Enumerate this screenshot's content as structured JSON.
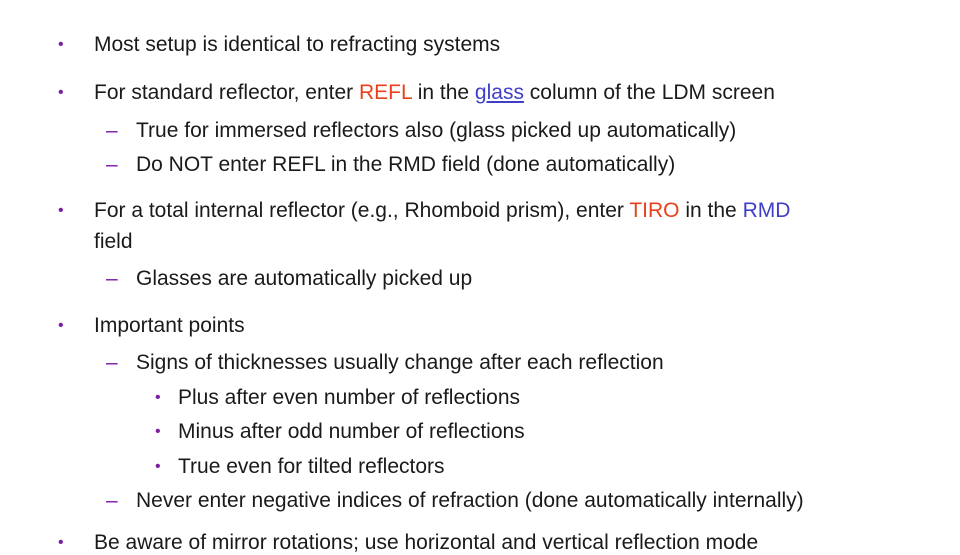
{
  "bullets": {
    "b1": "Most setup is identical to refracting systems",
    "b2": {
      "pre": "For standard reflector, enter ",
      "refl": "REFL",
      "mid": " in the ",
      "glass": "glass",
      "post": " column of the LDM screen",
      "sub1": "True for immersed reflectors also (glass picked up automatically)",
      "sub2": "Do NOT enter REFL in the RMD field (done automatically)"
    },
    "b3": {
      "pre": "For a total internal reflector (e.g., Rhomboid prism), enter ",
      "tiro": "TIRO",
      "mid": " in the ",
      "rmd": "RMD",
      "line2": "field",
      "sub1": "Glasses are automatically picked up"
    },
    "b4": {
      "text": "Important points",
      "sub1": "Signs of thicknesses usually change after each reflection",
      "sub1_items": [
        "Plus after even number of reflections",
        "Minus after odd number of reflections",
        "True even for tilted reflectors"
      ],
      "sub2": "Never enter negative indices of refraction (done automatically internally)"
    },
    "b5_partial": "Be aware of mirror rotations; use horizontal and vertical reflection mode"
  },
  "colors": {
    "bullet": "#7b1fa2",
    "keyword_red": "#e8401c",
    "keyword_blue": "#3f3fc8"
  }
}
